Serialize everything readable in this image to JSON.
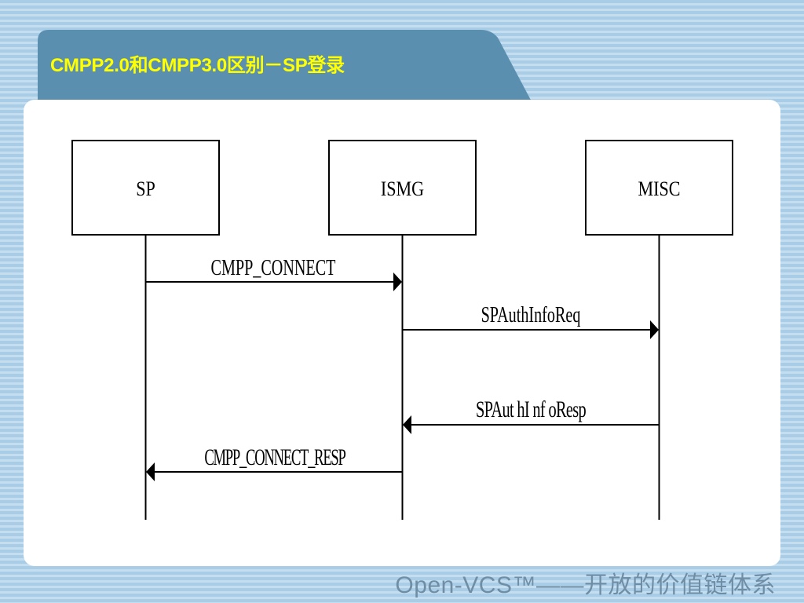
{
  "slide": {
    "title": "CMPP2.0和CMPP3.0区别－SP登录",
    "footer": "Open-VCS™——开放的价值链体系"
  },
  "colors": {
    "title_tab": "#5a8fb0",
    "title_text": "#ffff00",
    "panel": "#ffffff",
    "line": "#000000"
  },
  "diagram": {
    "participants": [
      {
        "id": "sp",
        "label": "SP"
      },
      {
        "id": "ismg",
        "label": "ISMG"
      },
      {
        "id": "misc",
        "label": "MISC"
      }
    ],
    "messages": [
      {
        "from": "sp",
        "to": "ismg",
        "label": "CMPP_CONNECT"
      },
      {
        "from": "ismg",
        "to": "misc",
        "label": "SPAuthInfoReq"
      },
      {
        "from": "misc",
        "to": "ismg",
        "label": "SPAut hI nf oResp"
      },
      {
        "from": "ismg",
        "to": "sp",
        "label": "CMPP_CONNECT_RESP"
      }
    ]
  }
}
